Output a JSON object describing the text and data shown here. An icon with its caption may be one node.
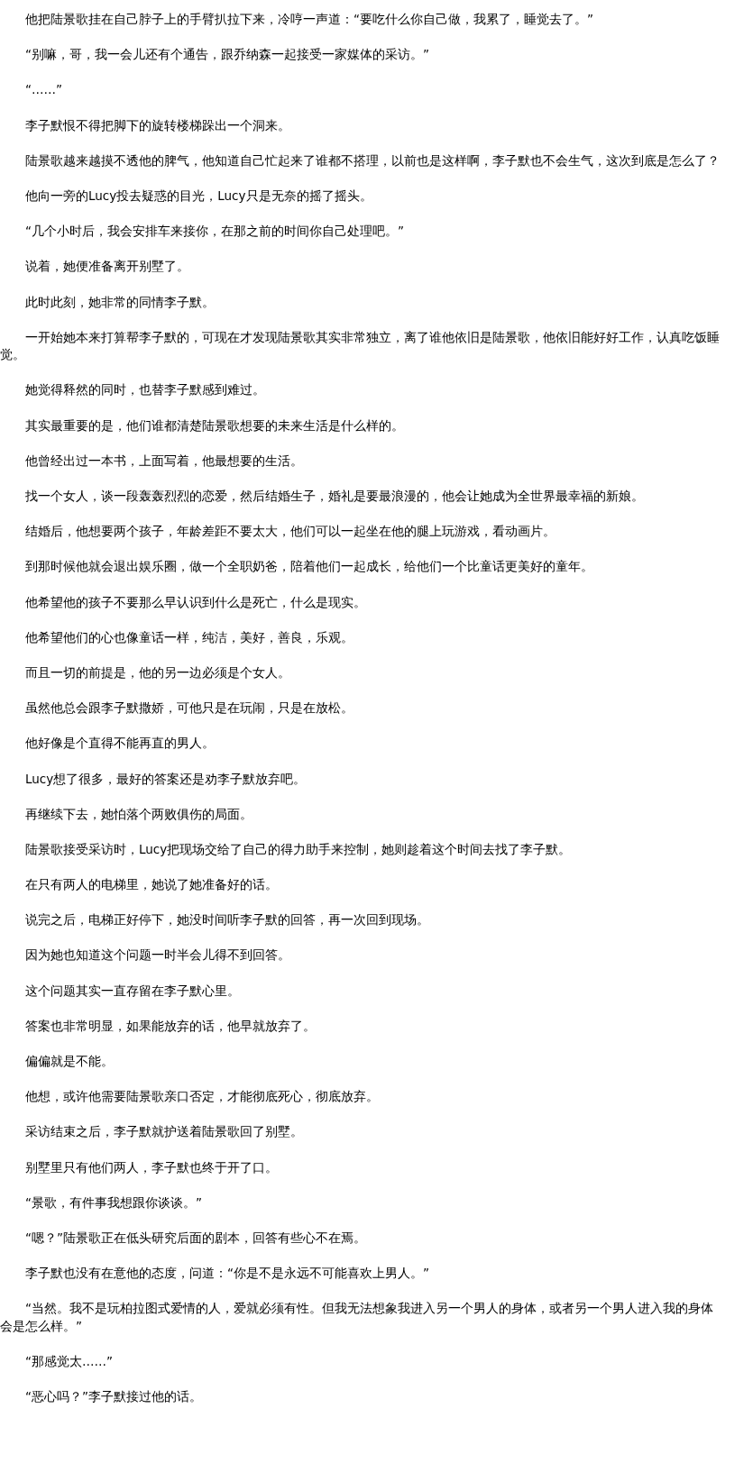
{
  "diagram": {
    "labels": [
      "他把陆景歌挂在自己脖子上的手臂扒拉下来，冷哼一声道：“要吃什么你自己做，我累了，睡觉去了。”",
      "“别嘛，哥，我一会儿还有个通告，跟乔纳森一起接受一家媒体的采访。”",
      "“……”",
      "李子默恨不得把脚下的旋转楼梯跺出一个洞来。",
      "陆景歌越来越摸不透他的脾气，他知道自己忙起来了谁都不搭理，以前也是这样啊，李子默也不会生气，这次到底是怎么了？",
      "他向一旁的Lucy投去疑惑的目光，Lucy只是无奈的摇了摇头。",
      "“几个小时后，我会安排车来接你，在那之前的时间你自己处理吧。”",
      "说着，她便准备离开别墅了。",
      "此时此刻，她非常的同情李子默。",
      "一开始她本来打算帮李子默的，可现在才发现陆景歌其实非常独立，离了谁他依旧是陆景歌，他依旧能好好工作，认真吃饭睡觉。",
      "她觉得释然的同时，也替李子默感到难过。",
      "其实最重要的是，他们谁都清楚陆景歌想要的未来生活是什么样的。",
      "他曾经出过一本书，上面写着，他最想要的生活。",
      "找一个女人，谈一段轰轰烈烈的恋爱，然后结婚生子，婚礼是要最浪漫的，他会让她成为全世界最幸福的新娘。",
      "结婚后，他想要两个孩子，年龄差距不要太大，他们可以一起坐在他的腿上玩游戏，看动画片。",
      "到那时候他就会退出娱乐圈，做一个全职奶爸，陪着他们一起成长，给他们一个比童话更美好的童年。",
      "他希望他的孩子不要那么早认识到什么是死亡，什么是现实。",
      "他希望他们的心也像童话一样，纯洁，美好，善良，乐观。",
      "而且一切的前提是，他的另一边必须是个女人。",
      "虽然他总会跟李子默撒娇，可他只是在玩闹，只是在放松。",
      "他好像是个直得不能再直的男人。",
      "Lucy想了很多，最好的答案还是劝李子默放弃吧。",
      "再继续下去，她怕落个两败俱伤的局面。",
      "陆景歌接受采访时，Lucy把现场交给了自己的得力助手来控制，她则趁着这个时间去找了李子默。",
      "在只有两人的电梯里，她说了她准备好的话。",
      "说完之后，电梯正好停下，她没时间听李子默的回答，再一次回到现场。",
      "因为她也知道这个问题一时半会儿得不到回答。",
      "这个问题其实一直存留在李子默心里。",
      "答案也非常明显，如果能放弃的话，他早就放弃了。",
      "偏偏就是不能。",
      "他想，或许他需要陆景歌亲口否定，才能彻底死心，彻底放弃。",
      "采访结束之后，李子默就护送着陆景歌回了别墅。",
      "别墅里只有他们两人，李子默也终于开了口。",
      "“景歌，有件事我想跟你谈谈。”",
      "“嗯？”陆景歌正在低头研究后面的剧本，回答有些心不在焉。",
      "李子默也没有在意他的态度，问道：“你是不是永远不可能喜欢上男人。”",
      "“当然。我不是玩柏拉图式爱情的人，爱就必须有性。但我无法想象我进入另一个男人的身体，或者另一个男人进入我的身体会是怎么样。”",
      "“那感觉太……”",
      "“恶心吗？”李子默接过他的话。"
    ]
  }
}
